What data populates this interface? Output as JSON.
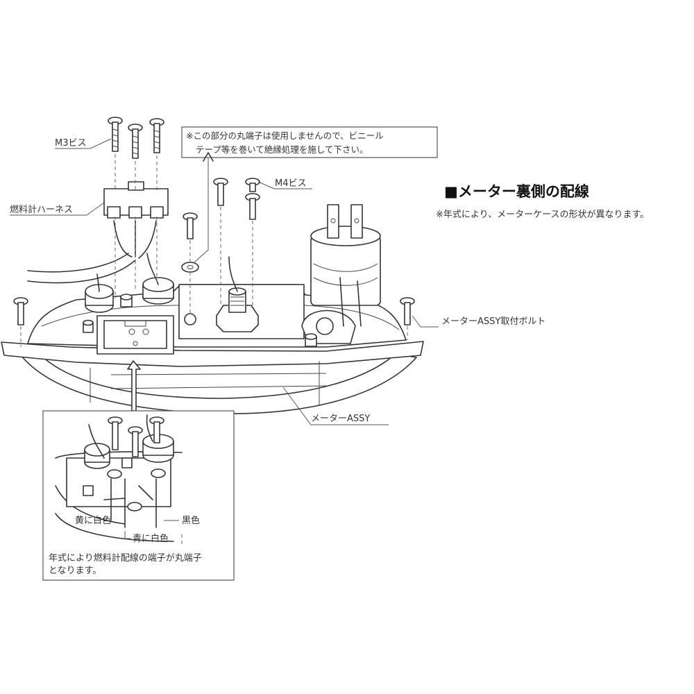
{
  "title": "■メーター裏側の配線",
  "subtitle": "※年式により、メーターケースの形状が異なります。",
  "notes": {
    "insulation_line1": "※この部分の丸端子は使用しませんので、ビニール",
    "insulation_line2": "テープ等を巻いて絶縁処理を施して下さい。"
  },
  "labels": {
    "m3_screw": "M3ビス",
    "m4_screw": "M4ビス",
    "fuel_harness": "燃料計ハーネス",
    "mount_bolt": "メーターASSY取付ボルト",
    "meter_assy": "メーターASSY"
  },
  "inset": {
    "yellow_white": "黄に白色",
    "black": "黒色",
    "blue_white": "青に白色",
    "caption_line1": "年式により燃料計配線の端子が丸端子",
    "caption_line2": "となります。"
  }
}
